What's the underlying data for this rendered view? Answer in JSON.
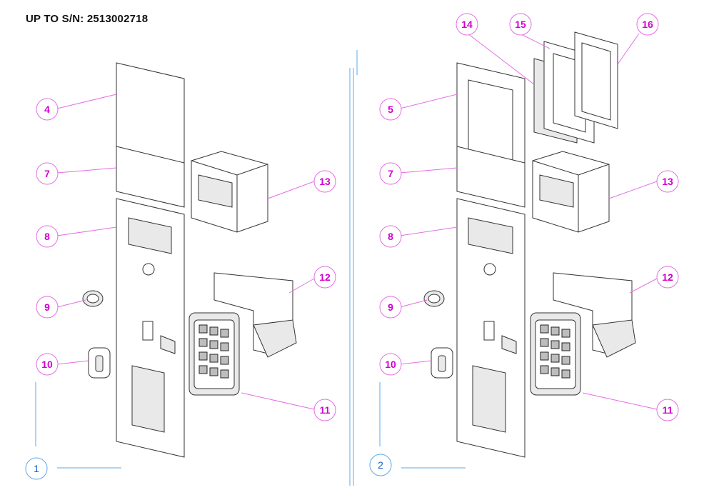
{
  "header": {
    "title": "UP TO S/N: 2513002718"
  },
  "views": [
    {
      "number": "1",
      "callouts": [
        "4",
        "7",
        "8",
        "9",
        "10",
        "11",
        "12",
        "13"
      ]
    },
    {
      "number": "2",
      "callouts": [
        "5",
        "7",
        "8",
        "9",
        "10",
        "11",
        "12",
        "13",
        "14",
        "15",
        "16"
      ]
    }
  ],
  "colors": {
    "callout": "#d000d0",
    "callout_stroke": "#e46ee4",
    "view_label": "#1560c8",
    "view_line": "#5aa8e8"
  }
}
